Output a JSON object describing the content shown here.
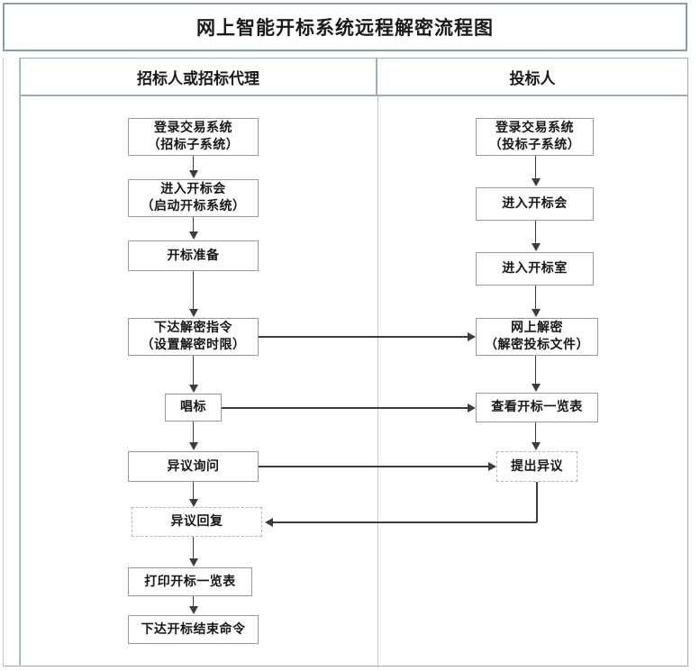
{
  "title": "网上智能开标系统远程解密流程图",
  "lanes": [
    {
      "id": "lane-tenderer",
      "label": "招标人或招标代理"
    },
    {
      "id": "lane-bidder",
      "label": "投标人"
    }
  ],
  "chart_data": {
    "type": "diagram",
    "diagram_type": "swimlane-flowchart",
    "title": "网上智能开标系统远程解密流程图",
    "lanes": [
      "招标人或招标代理",
      "投标人"
    ],
    "nodes": [
      {
        "id": "L1",
        "lane": "招标人或招标代理",
        "line1": "登录交易系统",
        "line2": "（招标子系统）",
        "style": "solid"
      },
      {
        "id": "L2",
        "lane": "招标人或招标代理",
        "line1": "进入开标会",
        "line2": "（启动开标系统）",
        "style": "solid"
      },
      {
        "id": "L3",
        "lane": "招标人或招标代理",
        "line1": "开标准备",
        "line2": "",
        "style": "solid"
      },
      {
        "id": "L4",
        "lane": "招标人或招标代理",
        "line1": "下达解密指令",
        "line2": "（设置解密时限）",
        "style": "solid"
      },
      {
        "id": "L5",
        "lane": "招标人或招标代理",
        "line1": "唱标",
        "line2": "",
        "style": "solid"
      },
      {
        "id": "L6",
        "lane": "招标人或招标代理",
        "line1": "异议询问",
        "line2": "",
        "style": "solid"
      },
      {
        "id": "L7",
        "lane": "招标人或招标代理",
        "line1": "异议回复",
        "line2": "",
        "style": "dashed"
      },
      {
        "id": "L8",
        "lane": "招标人或招标代理",
        "line1": "打印开标一览表",
        "line2": "",
        "style": "solid"
      },
      {
        "id": "L9",
        "lane": "招标人或招标代理",
        "line1": "下达开标结束命令",
        "line2": "",
        "style": "solid"
      },
      {
        "id": "R1",
        "lane": "投标人",
        "line1": "登录交易系统",
        "line2": "（投标子系统）",
        "style": "solid"
      },
      {
        "id": "R2",
        "lane": "投标人",
        "line1": "进入开标会",
        "line2": "",
        "style": "solid"
      },
      {
        "id": "R3",
        "lane": "投标人",
        "line1": "进入开标室",
        "line2": "",
        "style": "solid"
      },
      {
        "id": "R4",
        "lane": "投标人",
        "line1": "网上解密",
        "line2": "（解密投标文件）",
        "style": "solid"
      },
      {
        "id": "R5",
        "lane": "投标人",
        "line1": "查看开标一览表",
        "line2": "",
        "style": "solid"
      },
      {
        "id": "R6",
        "lane": "投标人",
        "line1": "提出异议",
        "line2": "",
        "style": "dashed"
      }
    ],
    "edges": [
      {
        "from": "L1",
        "to": "L2",
        "direction": "down"
      },
      {
        "from": "L2",
        "to": "L3",
        "direction": "down"
      },
      {
        "from": "L3",
        "to": "L4",
        "direction": "down"
      },
      {
        "from": "L4",
        "to": "L5",
        "direction": "down"
      },
      {
        "from": "L5",
        "to": "L6",
        "direction": "down"
      },
      {
        "from": "L6",
        "to": "L7",
        "direction": "down"
      },
      {
        "from": "L7",
        "to": "L8",
        "direction": "down"
      },
      {
        "from": "L8",
        "to": "L9",
        "direction": "down"
      },
      {
        "from": "R1",
        "to": "R2",
        "direction": "down"
      },
      {
        "from": "R2",
        "to": "R3",
        "direction": "down"
      },
      {
        "from": "R3",
        "to": "R4",
        "direction": "down"
      },
      {
        "from": "R4",
        "to": "R5",
        "direction": "down"
      },
      {
        "from": "R5",
        "to": "R6",
        "direction": "down"
      },
      {
        "from": "L4",
        "to": "R4",
        "direction": "right"
      },
      {
        "from": "L5",
        "to": "R5",
        "direction": "right"
      },
      {
        "from": "L6",
        "to": "R6",
        "direction": "right"
      },
      {
        "from": "R6",
        "to": "L7",
        "direction": "left"
      }
    ],
    "colors": {
      "frame": "#8a9e9c",
      "lane_border": "#9bb0ac",
      "node_border": "#9a9a9a",
      "dashed_border": "#b5b5b5",
      "connector": "#3c3c3c",
      "text": "#171717",
      "background": "#ffffff"
    }
  }
}
